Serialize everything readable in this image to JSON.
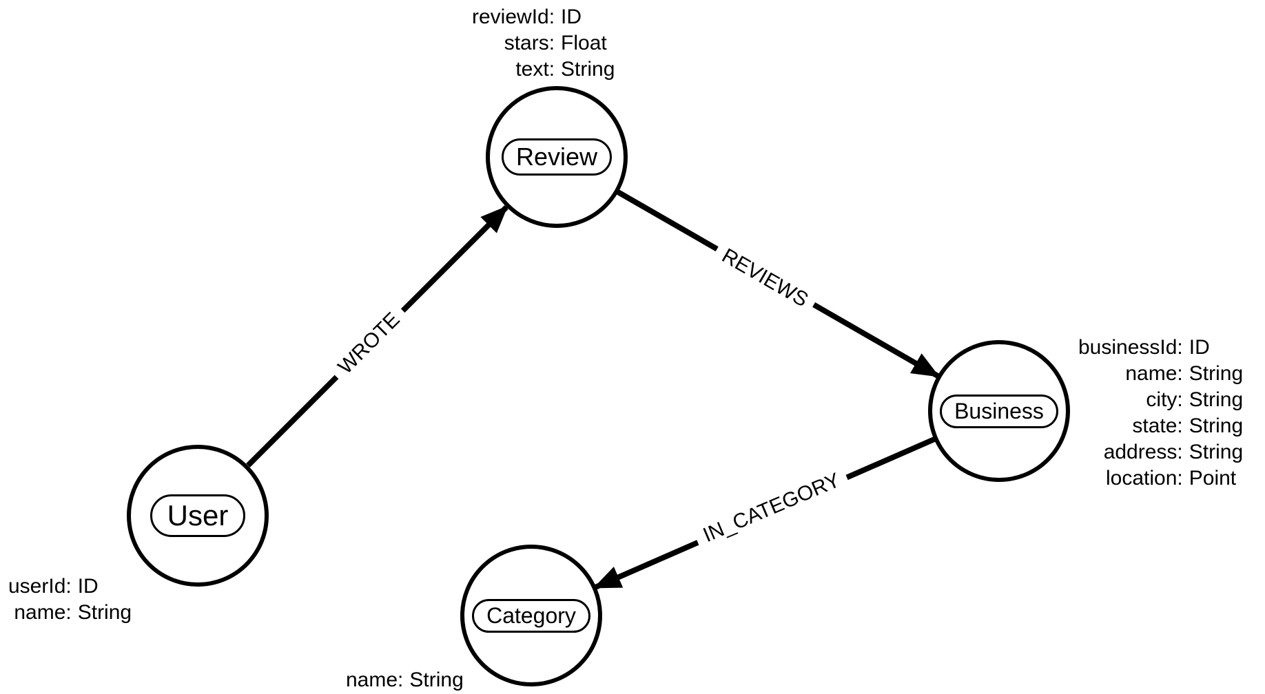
{
  "diagram": {
    "background": "#ffffff",
    "stroke_color": "#000000",
    "nodes": [
      {
        "id": "user",
        "label": "User",
        "properties": [
          {
            "name": "userId:",
            "type": "ID"
          },
          {
            "name": "name:",
            "type": "String"
          }
        ]
      },
      {
        "id": "review",
        "label": "Review",
        "properties": [
          {
            "name": "reviewId:",
            "type": "ID"
          },
          {
            "name": "stars:",
            "type": "Float"
          },
          {
            "name": "text:",
            "type": "String"
          }
        ]
      },
      {
        "id": "business",
        "label": "Business",
        "properties": [
          {
            "name": "businessId:",
            "type": "ID"
          },
          {
            "name": "name:",
            "type": "String"
          },
          {
            "name": "city:",
            "type": "String"
          },
          {
            "name": "state:",
            "type": "String"
          },
          {
            "name": "address:",
            "type": "String"
          },
          {
            "name": "location:",
            "type": "Point"
          }
        ]
      },
      {
        "id": "category",
        "label": "Category",
        "properties": [
          {
            "name": "name:",
            "type": "String"
          }
        ]
      }
    ],
    "relationships": [
      {
        "type": "WROTE",
        "from": "user",
        "to": "review"
      },
      {
        "type": "REVIEWS",
        "from": "review",
        "to": "business"
      },
      {
        "type": "IN_CATEGORY",
        "from": "business",
        "to": "category"
      }
    ]
  }
}
